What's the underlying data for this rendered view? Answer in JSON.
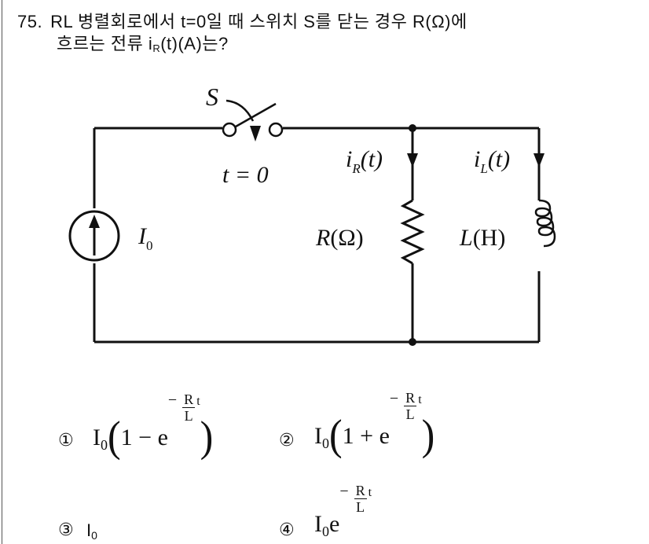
{
  "question": {
    "number": "75.",
    "line1": "RL 병렬회로에서 t=0일 때 스위치 S를 닫는 경우 R(Ω)에",
    "line2_prefix": "흐르는 전류 i",
    "line2_sub": "R",
    "line2_suffix": "(t)(A)는?"
  },
  "circuit": {
    "switch_label": "S",
    "switch_time": "t = 0",
    "source_label": "I",
    "source_sub": "0",
    "resistor_current": "i",
    "resistor_current_sub": "R",
    "resistor_current_arg": "(t)",
    "inductor_current": "i",
    "inductor_current_sub": "L",
    "inductor_current_arg": "(t)",
    "resistor_label": "R(Ω)",
    "inductor_label_var": "L",
    "inductor_label_unit": "(H)"
  },
  "options": [
    {
      "marker": "①",
      "base": "I",
      "sub": "0",
      "inner_prefix": "1 − e",
      "exp_sign": "−",
      "exp_num": "R",
      "exp_den": "L",
      "exp_var": "t"
    },
    {
      "marker": "②",
      "base": "I",
      "sub": "0",
      "inner_prefix": "1 + e",
      "exp_sign": "−",
      "exp_num": "R",
      "exp_den": "L",
      "exp_var": "t"
    },
    {
      "marker": "③",
      "base": "I",
      "sub": "0"
    },
    {
      "marker": "④",
      "base": "I",
      "sub": "0",
      "inner_prefix": "e",
      "exp_sign": "−",
      "exp_num": "R",
      "exp_den": "L",
      "exp_var": "t"
    }
  ]
}
